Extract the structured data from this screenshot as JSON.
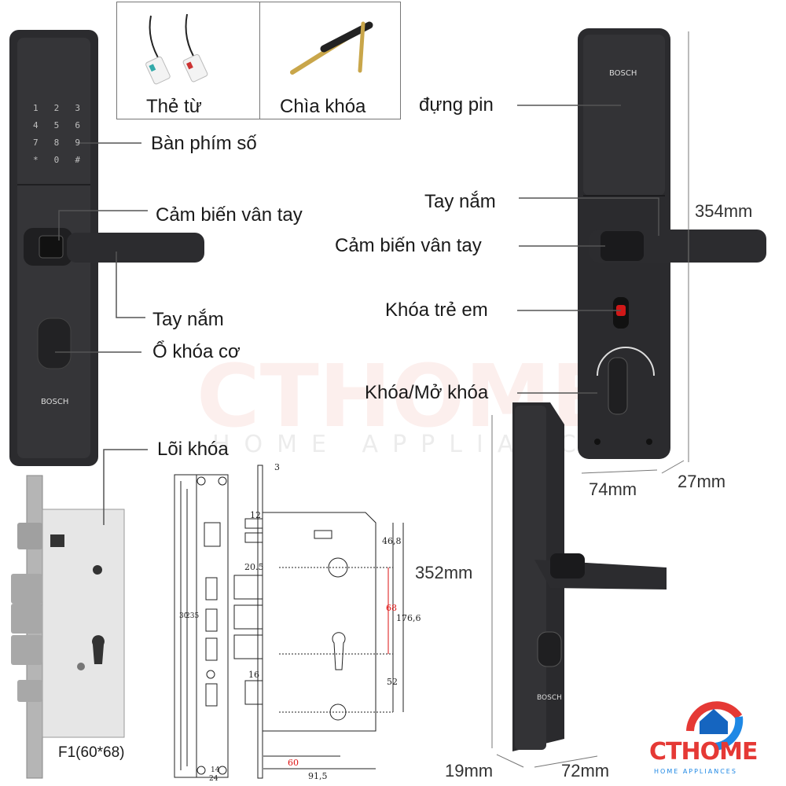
{
  "accessories": {
    "card_label": "Thẻ từ",
    "key_label": "Chìa khóa"
  },
  "front_labels": {
    "keypad": "Bàn phím số",
    "fingerprint": "Cảm biến vân tay",
    "handle": "Tay nắm",
    "mech_keyhole": "Ổ khóa cơ",
    "lock_core": "Lõi khóa"
  },
  "back_labels": {
    "battery": "đựng pin",
    "handle": "Tay nắm",
    "fingerprint": "Cảm biến vân tay",
    "child_lock": "Khóa trẻ em",
    "lock_unlock": "Khóa/Mở khóa"
  },
  "dimensions": {
    "back_height": "354mm",
    "back_width": "74mm",
    "back_depth": "27mm",
    "side_height": "352mm",
    "side_depth": "19mm",
    "side_width": "72mm"
  },
  "mortise": {
    "model": "F1(60*68)",
    "d_3": "3",
    "d_12": "12",
    "d_20_5": "20.5",
    "d_16": "16",
    "d_46_8": "46,8",
    "d_68": "68",
    "d_176_6": "176,6",
    "d_52": "52",
    "d_60": "60",
    "d_91_5": "91,5",
    "d_30": "30",
    "d_235": "235",
    "d_14": "14",
    "d_24": "24"
  },
  "brand": {
    "device_logo": "BOSCH",
    "name": "CTHOME",
    "tagline": "HOME APPLIANCES",
    "watermark": "CTHOME",
    "watermark_sub": "HOME APPLIANCES",
    "accent_red": "#e53935",
    "accent_blue": "#1e88e5"
  },
  "keypad": [
    "1",
    "2",
    "3",
    "4",
    "5",
    "6",
    "7",
    "8",
    "9",
    "*",
    "0",
    "#"
  ]
}
